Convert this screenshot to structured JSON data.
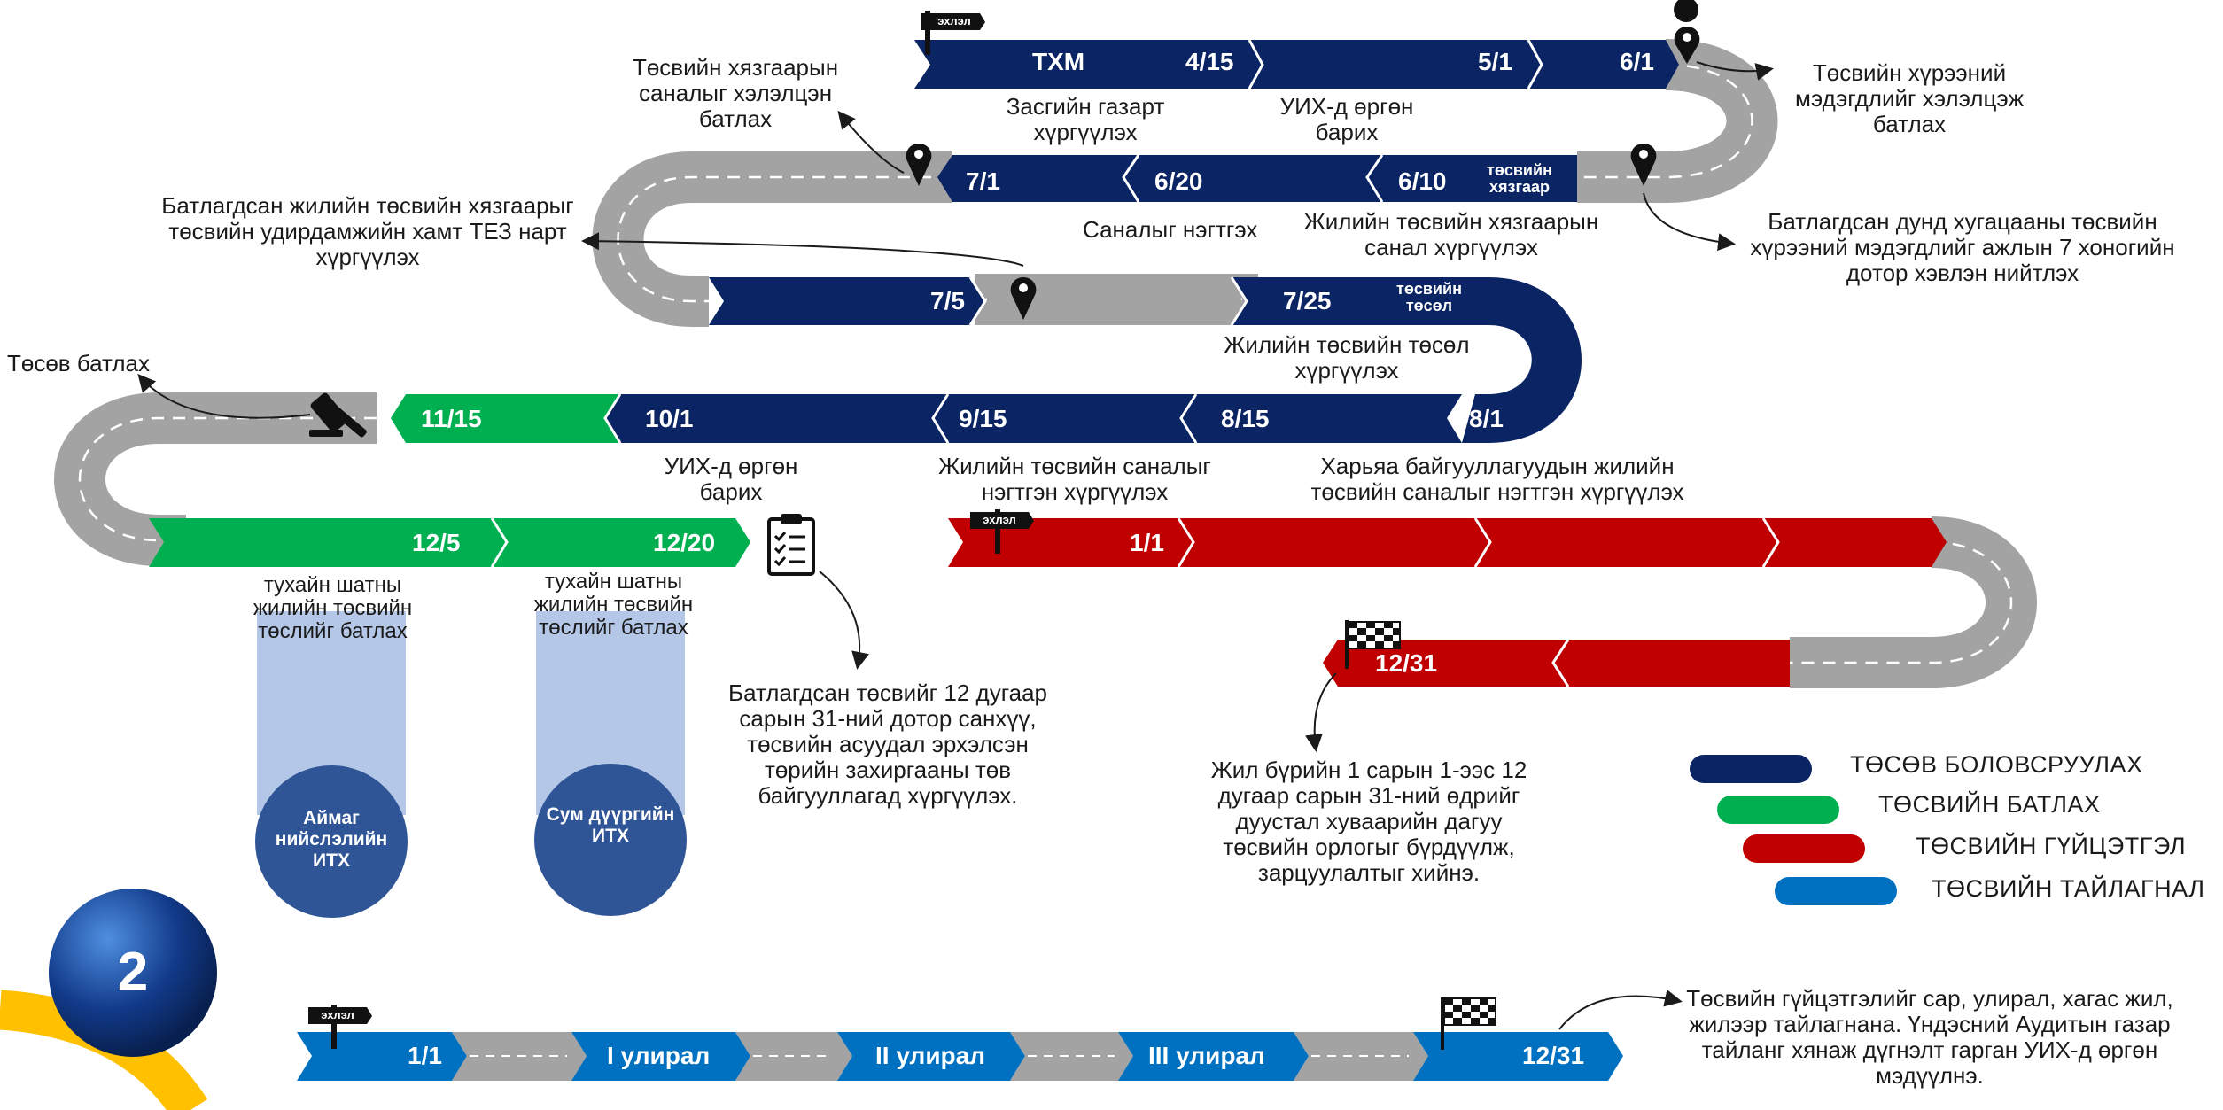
{
  "step_number": "2",
  "colors": {
    "prepare": "#0b2463",
    "approve": "#00b050",
    "execute": "#c00000",
    "report": "#0070c0",
    "road": "#a3a3a3",
    "office_circle": "#2f5597",
    "office_column": "#b4c7e7",
    "accent_yellow": "#ffc000"
  },
  "signs": {
    "start": "эхлэл"
  },
  "dates": {
    "thm": "ТХМ",
    "d_4_15": "4/15",
    "d_5_1": "5/1",
    "d_6_1": "6/1",
    "d_7_1": "7/1",
    "d_6_20": "6/20",
    "d_6_10": "6/10",
    "limit_tag": "төсвийн хязгаар",
    "d_7_5": "7/5",
    "d_7_25": "7/25",
    "draft_tag": "төсвийн төсөл",
    "d_11_15": "11/15",
    "d_10_1": "10/1",
    "d_9_15": "9/15",
    "d_8_15": "8/15",
    "d_8_1": "8/1",
    "d_12_5": "12/5",
    "d_12_20": "12/20",
    "d_1_1": "1/1",
    "d_12_31": "12/31"
  },
  "labels": {
    "gov_submit": "Засгийн газарт хүргүүлэх",
    "parliament_submit_1": "УИХ-д өргөн барих",
    "mtf_approve": "Төсвийн хүрээний мэдэгдлийг хэлэлцэж батлах",
    "limit_proposal_approve": "Төсвийн хязгаарын саналыг хэлэлцэн батлах",
    "limit_send_tez": "Батлагдсан жилийн төсвийн хязгаарыг төсвийн удирдамжийн хамт ТЕЗ нарт хүргүүлэх",
    "consolidate": "Саналыг нэгтгэх",
    "limit_proposal_send": "Жилийн төсвийн хязгаарын санал хүргүүлэх",
    "mtf_publish": "Батлагдсан дунд хугацааны төсвийн хүрээний мэдэгдлийг ажлын 7 хоногийн дотор хэвлэн нийтлэх",
    "draft_send": "Жилийн төсвийн төсөл хүргүүлэх",
    "budget_approve": "Төсөв батлах",
    "parliament_submit_2": "УИХ-д өргөн барих",
    "consolidated_send": "Жилийн төсвийн саналыг нэгтгэн хүргүүлэх",
    "subordinate_send": "Харьяа байгууллагуудын жилийн төсвийн саналыг нэгтгэн хүргүүлэх",
    "local_approve_1": "тухайн шатны жилийн төсвийн төслийг батлах",
    "local_approve_2": "тухайн шатны жилийн төсвийн төслийг батлах",
    "approved_deliver": "Батлагдсан төсвийг 12 дугаар сарын 31-ний дотор санхүү, төсвийн асуудал эрхэлсэн төрийн захиргааны төв байгууллагад хүргүүлэх.",
    "execution_note": "Жил бүрийн 1 сарын 1-ээс 12 дугаар сарын 31-ний өдрийг дуустал хуваарийн дагуу төсвийн орлогыг бүрдүүлж, зарцуулалтыг хийнэ.",
    "reporting_note": "Төсвийн гүйцэтгэлийг сар, улирал, хагас жил, жилээр тайлагнана. Үндэсний Аудитын газар тайланг хянаж дүгнэлт гарган УИХ-д өргөн мэдүүлнэ."
  },
  "offices": {
    "aimag": "Аймаг нийслэлийн ИТХ",
    "sum": "Сум дүүргийн ИТХ"
  },
  "reporting": {
    "start": "1/1",
    "q1": "I улирал",
    "q2": "II улирал",
    "q3": "III улирал",
    "end": "12/31"
  },
  "legend": [
    {
      "label": "ТӨСӨВ БОЛОВСРУУЛАХ",
      "color": "#0b2463"
    },
    {
      "label": "ТӨСВИЙН БАТЛАХ",
      "color": "#00b050"
    },
    {
      "label": "ТӨСВИЙН ГҮЙЦЭТГЭЛ",
      "color": "#c00000"
    },
    {
      "label": "ТӨСВИЙН ТАЙЛАГНАЛ",
      "color": "#0070c0"
    }
  ],
  "icons": [
    "start-sign-icon",
    "location-pin-icon",
    "gavel-icon",
    "clipboard-checklist-icon",
    "checkered-flag-icon"
  ]
}
